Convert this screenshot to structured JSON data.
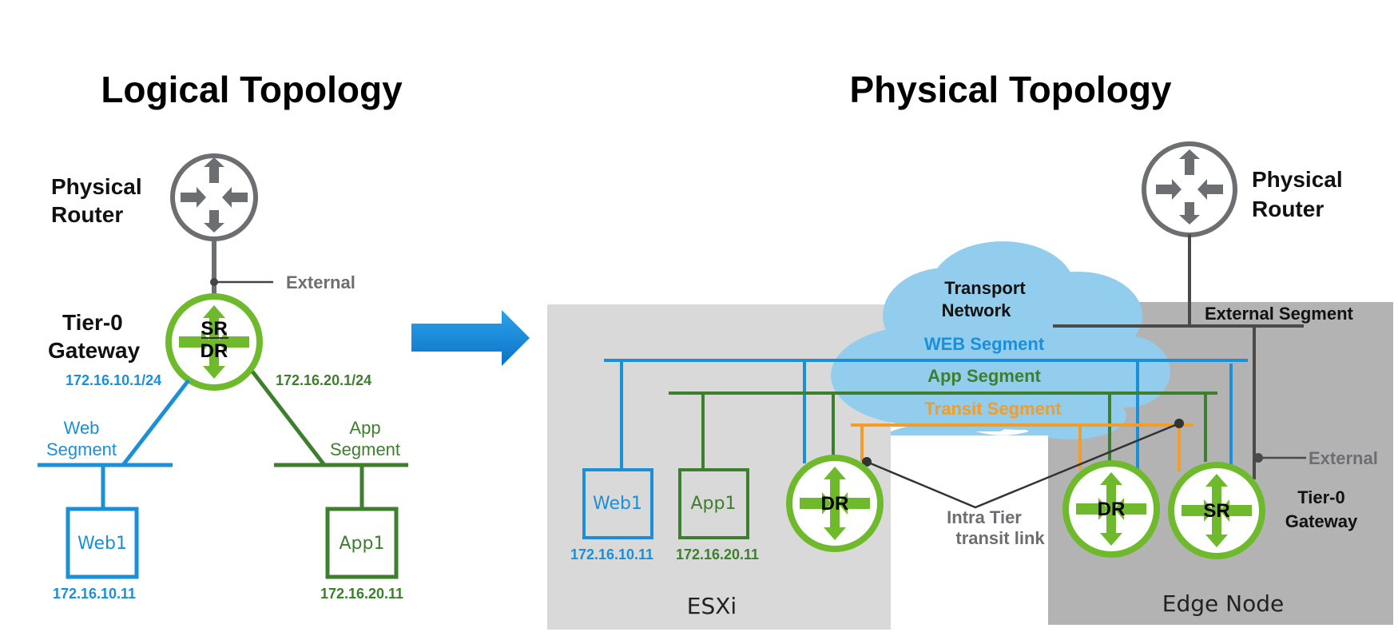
{
  "colors": {
    "web": "#1b8fd8",
    "app": "#3d7f2d",
    "transit": "#f39c26",
    "router_gray": "#6d6e71",
    "gateway_green": "#6fba2c",
    "cloud": "#93cdee",
    "esxi_bg": "#d9d9d9",
    "edge_bg": "#b3b3b3",
    "arrow": "#1b8fd8"
  },
  "logical": {
    "title": "Logical Topology",
    "physical_router": {
      "line1": "Physical",
      "line2": "Router",
      "icon": "router-icon"
    },
    "external_label": "External",
    "tier0": {
      "line1": "Tier-0",
      "line2": "Gateway",
      "sr": "SR",
      "dr": "DR",
      "icon": "gateway-router-icon"
    },
    "web_gateway_ip": "172.16.10.1/24",
    "app_gateway_ip": "172.16.20.1/24",
    "web_segment": {
      "line1": "Web",
      "line2": "Segment"
    },
    "app_segment": {
      "line1": "App",
      "line2": "Segment"
    },
    "web_vm": {
      "name": "Web1",
      "ip": "172.16.10.11"
    },
    "app_vm": {
      "name": "App1",
      "ip": "172.16.20.11"
    }
  },
  "transition_arrow": "right-arrow-icon",
  "physical": {
    "title": "Physical Topology",
    "physical_router": {
      "line1": "Physical",
      "line2": "Router",
      "icon": "router-icon"
    },
    "transport_network": {
      "line1": "Transport",
      "line2": "Network"
    },
    "external_segment": "External Segment",
    "web_segment": "WEB Segment",
    "app_segment": "App Segment",
    "transit_segment": "Transit Segment",
    "intra_tier": {
      "line1": "Intra Tier",
      "line2": "transit link"
    },
    "external_label": "External",
    "tier0": {
      "line1": "Tier-0",
      "line2": "Gateway"
    },
    "esxi": {
      "label": "ESXi",
      "web_vm": {
        "name": "Web1",
        "ip": "172.16.10.11"
      },
      "app_vm": {
        "name": "App1",
        "ip": "172.16.20.11"
      },
      "dr": "DR"
    },
    "edge": {
      "label": "Edge Node",
      "dr": "DR",
      "sr": "SR"
    }
  }
}
